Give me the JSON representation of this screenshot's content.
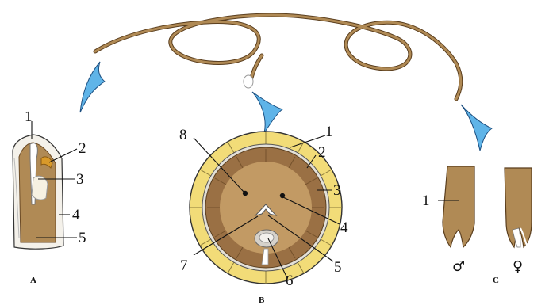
{
  "panels": {
    "A": {
      "label": "A",
      "numbers": [
        "1",
        "2",
        "3",
        "4",
        "5"
      ]
    },
    "B": {
      "label": "B",
      "numbers": [
        "1",
        "2",
        "3",
        "4",
        "5",
        "6",
        "7",
        "8"
      ]
    },
    "C": {
      "label": "C",
      "numbers": [
        "1"
      ],
      "male_symbol": "♂",
      "female_symbol": "♀"
    }
  },
  "colors": {
    "worm_body": "#b08a55",
    "tissue_brown": "#a8804e",
    "cuticle_yellow": "#f2dc78",
    "arrow_blue": "#5fb4e8",
    "outline": "#222222"
  }
}
